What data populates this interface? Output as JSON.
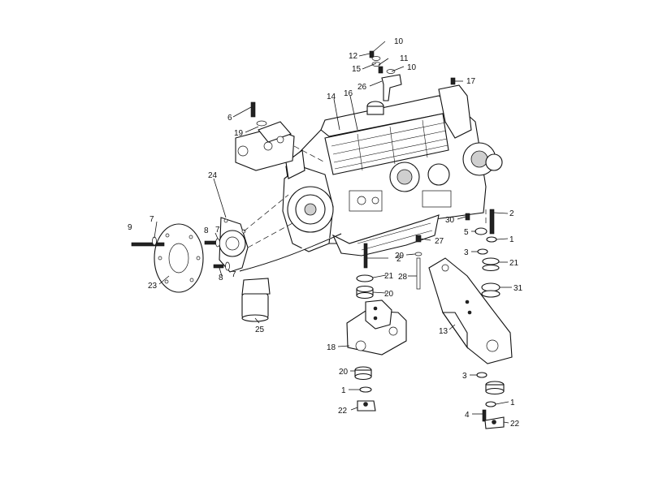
{
  "callouts": [
    {
      "id": "c10a",
      "text": "10"
    },
    {
      "id": "c12",
      "text": "12"
    },
    {
      "id": "c11",
      "text": "11"
    },
    {
      "id": "c15",
      "text": "15"
    },
    {
      "id": "c10b",
      "text": "10"
    },
    {
      "id": "c17",
      "text": "17"
    },
    {
      "id": "c26",
      "text": "26"
    },
    {
      "id": "c14",
      "text": "14"
    },
    {
      "id": "c16",
      "text": "16"
    },
    {
      "id": "c6",
      "text": "6"
    },
    {
      "id": "c19",
      "text": "19"
    },
    {
      "id": "c24",
      "text": "24"
    },
    {
      "id": "c9",
      "text": "9"
    },
    {
      "id": "c7a",
      "text": "7"
    },
    {
      "id": "c8a",
      "text": "8"
    },
    {
      "id": "c7b",
      "text": "7"
    },
    {
      "id": "c8b",
      "text": "8"
    },
    {
      "id": "c7c",
      "text": "7"
    },
    {
      "id": "c23",
      "text": "23"
    },
    {
      "id": "c25",
      "text": "25"
    },
    {
      "id": "c2a",
      "text": "2"
    },
    {
      "id": "c30",
      "text": "30"
    },
    {
      "id": "c5",
      "text": "5"
    },
    {
      "id": "c1a",
      "text": "1"
    },
    {
      "id": "c27",
      "text": "27"
    },
    {
      "id": "c2b",
      "text": "2"
    },
    {
      "id": "c29",
      "text": "29"
    },
    {
      "id": "c3a",
      "text": "3"
    },
    {
      "id": "c21a",
      "text": "21"
    },
    {
      "id": "c21b",
      "text": "21"
    },
    {
      "id": "c28",
      "text": "28"
    },
    {
      "id": "c20a",
      "text": "20"
    },
    {
      "id": "c31",
      "text": "31"
    },
    {
      "id": "c13",
      "text": "13"
    },
    {
      "id": "c18",
      "text": "18"
    },
    {
      "id": "c20b",
      "text": "20"
    },
    {
      "id": "c3b",
      "text": "3"
    },
    {
      "id": "c1b",
      "text": "1"
    },
    {
      "id": "c1c",
      "text": "1"
    },
    {
      "id": "c22a",
      "text": "22"
    },
    {
      "id": "c4",
      "text": "4"
    },
    {
      "id": "c22b",
      "text": "22"
    }
  ]
}
